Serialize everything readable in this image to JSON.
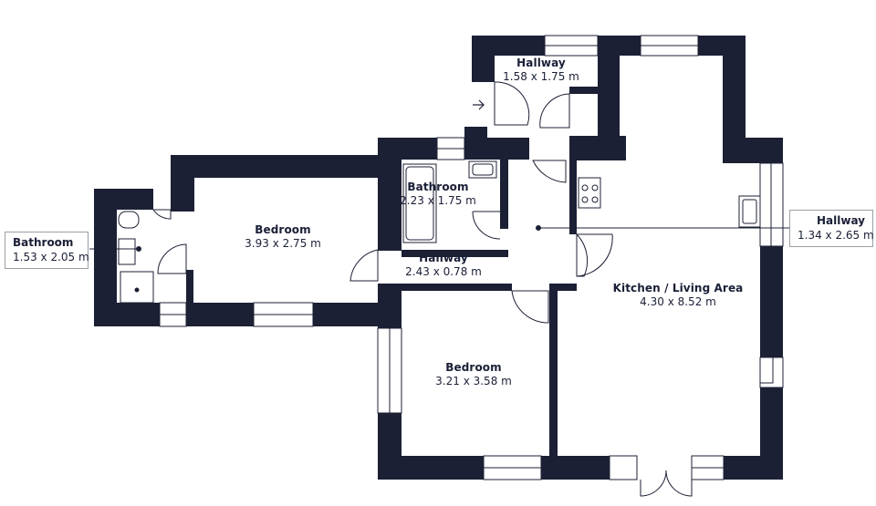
{
  "colors": {
    "wall": "#1c2035",
    "line": "#1c2035",
    "text": "#1a1f36",
    "callout_border": "#9aa0a6"
  },
  "rooms": [
    {
      "id": "hallway-entrance",
      "name": "Hallway",
      "dims": "1.58 x 1.75 m"
    },
    {
      "id": "bathroom-main",
      "name": "Bathroom",
      "dims": "2.23 x 1.75 m"
    },
    {
      "id": "bedroom-1",
      "name": "Bedroom",
      "dims": "3.93 x 2.75 m"
    },
    {
      "id": "hallway-middle",
      "name": "Hallway",
      "dims": "2.43 x 0.78 m"
    },
    {
      "id": "kitchen-living",
      "name": "Kitchen / Living Area",
      "dims": "4.30 x 8.52 m"
    },
    {
      "id": "bedroom-2",
      "name": "Bedroom",
      "dims": "3.21 x 3.58 m"
    }
  ],
  "callouts": [
    {
      "id": "bathroom-ensuite",
      "name": "Bathroom",
      "dims": "1.53 x 2.05 m"
    },
    {
      "id": "hallway-side",
      "name": "Hallway",
      "dims": "1.34 x 2.65 m"
    }
  ]
}
